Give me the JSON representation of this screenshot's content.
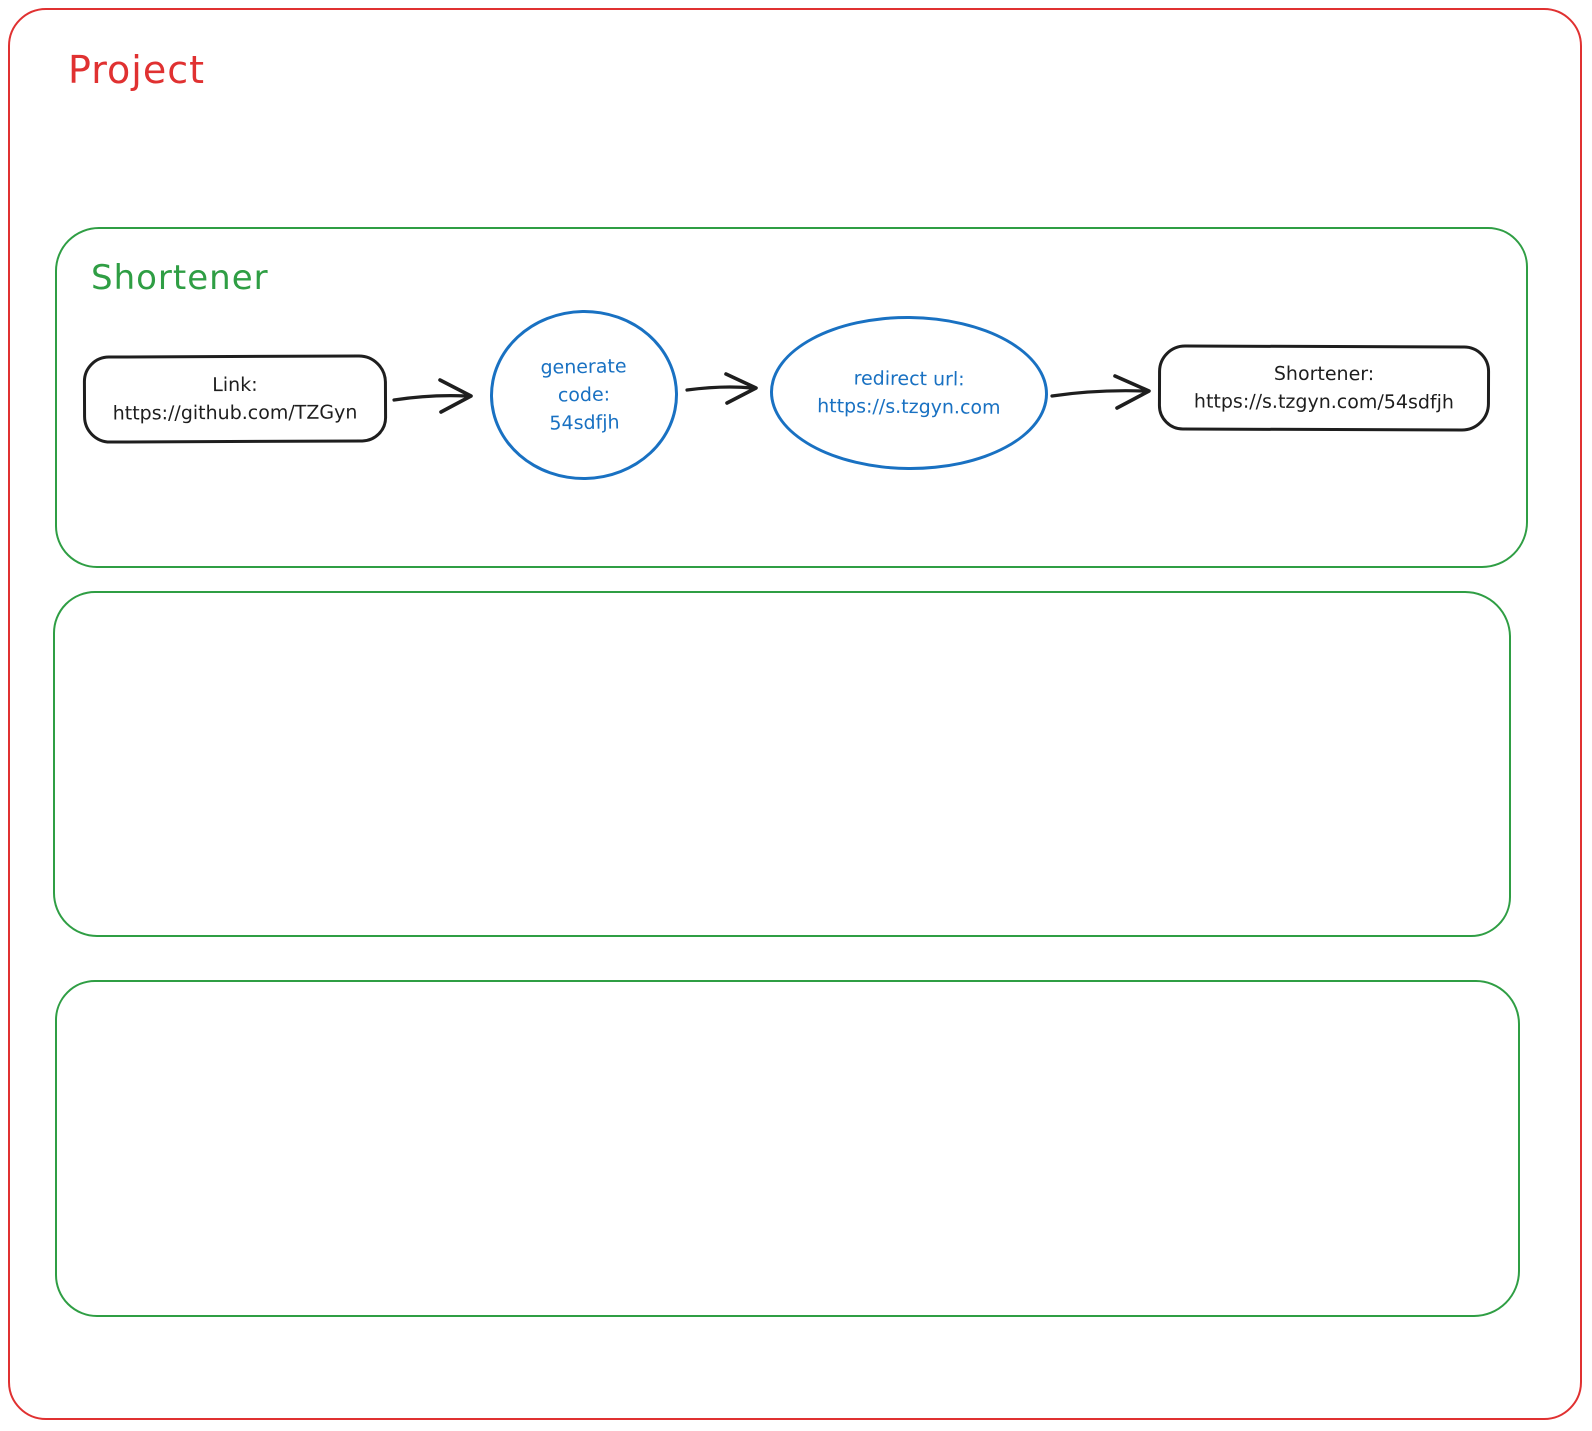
{
  "background": "#ffffff",
  "project_frame": {
    "label": "Project",
    "color": "#e03131"
  },
  "shortener_frame": {
    "label": "Shortener",
    "color": "#2f9e44"
  },
  "flow_nodes": {
    "link": {
      "lines": [
        "Link:",
        "https://github.com/TZGyn"
      ],
      "stroke": "#1e1e1e"
    },
    "generate_code": {
      "lines": [
        "generate",
        "code:",
        "54sdfjh"
      ],
      "stroke": "#1971c2"
    },
    "redirect_url": {
      "lines": [
        "redirect url:",
        "https://s.tzgyn.com"
      ],
      "stroke": "#1971c2"
    },
    "shortened_result": {
      "lines": [
        "Shortener:",
        "https://s.tzgyn.com/54sdfjh"
      ],
      "stroke": "#1e1e1e"
    }
  },
  "arrow_color": "#1e1e1e",
  "empty_frame_color": "#2f9e44"
}
